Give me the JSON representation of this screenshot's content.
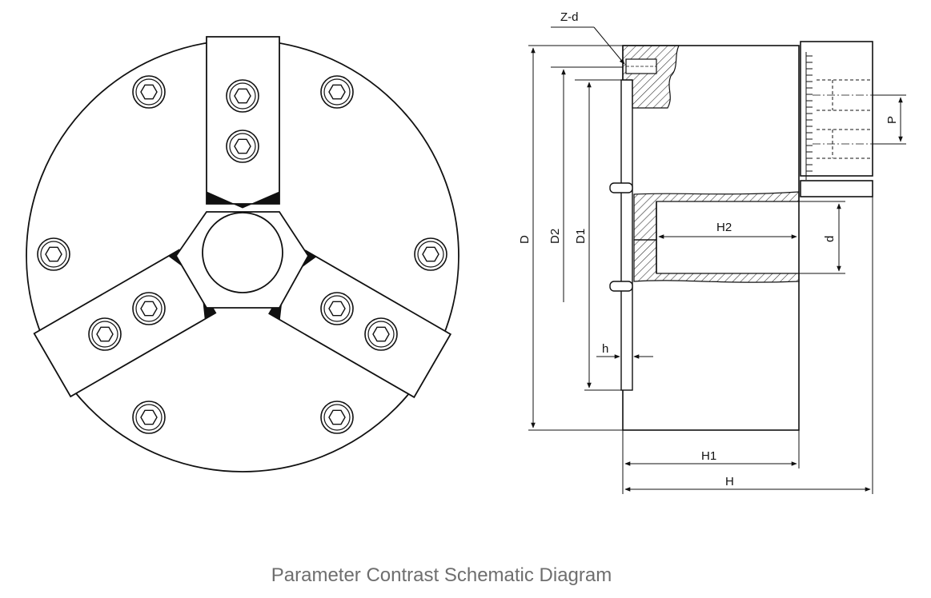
{
  "caption": "Parameter Contrast Schematic Diagram",
  "labels": {
    "zd": "Z-d",
    "D": "D",
    "D2": "D2",
    "D1": "D1",
    "H2": "H2",
    "d": "d",
    "P": "P",
    "h": "h",
    "H1": "H1",
    "H": "H"
  },
  "colors": {
    "line": "#111111",
    "hatch": "#333333",
    "caption": "#6e6e6e"
  }
}
